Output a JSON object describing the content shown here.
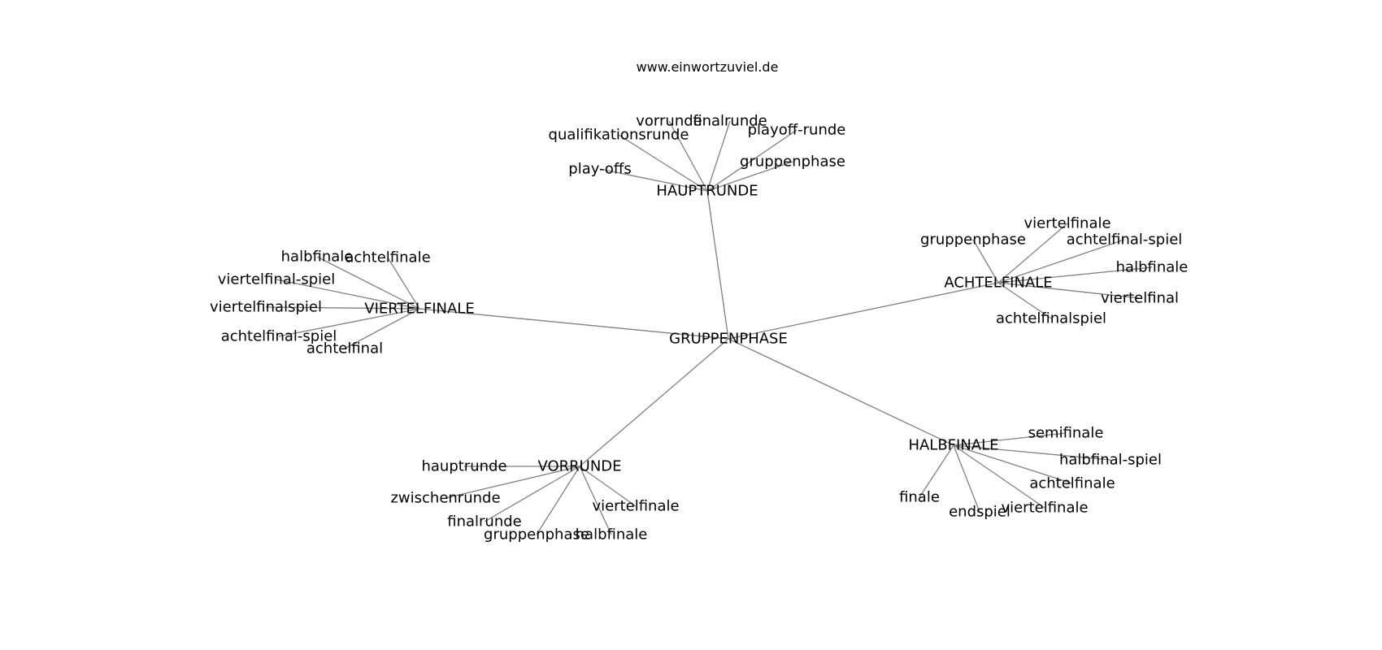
{
  "header": {
    "title": "www.einwortzuviel.de"
  },
  "graph": {
    "center": {
      "id": "gruppenphase",
      "label": "GRUPPENPHASE"
    },
    "hubs": [
      {
        "id": "hauptrunde",
        "label": "HAUPTRUNDE",
        "leaves": [
          "qualifikationsrunde",
          "vorrunde",
          "finalrunde",
          "playoff-runde",
          "gruppenphase",
          "play-offs"
        ]
      },
      {
        "id": "achtelfinale",
        "label": "ACHTELFINALE",
        "leaves": [
          "gruppenphase",
          "viertelfinale",
          "achtelfinal-spiel",
          "halbfinale",
          "viertelfinal",
          "achtelfinalspiel"
        ]
      },
      {
        "id": "viertelfinale",
        "label": "VIERTELFINALE",
        "leaves": [
          "halbfinale",
          "achtelfinale",
          "viertelfinal-spiel",
          "viertelfinalspiel",
          "achtelfinal-spiel",
          "achtelfinal"
        ]
      },
      {
        "id": "vorrunde",
        "label": "VORRUNDE",
        "leaves": [
          "hauptrunde",
          "zwischenrunde",
          "finalrunde",
          "gruppenphase",
          "viertelfinale",
          "halbfinale"
        ]
      },
      {
        "id": "halbfinale",
        "label": "HALBFINALE",
        "leaves": [
          "semifinale",
          "halbfinal-spiel",
          "achtelfinale",
          "viertelfinale",
          "endspiel",
          "finale"
        ]
      }
    ]
  },
  "colors": {
    "edge": "#808080",
    "text": "#000000",
    "background": "#ffffff"
  }
}
